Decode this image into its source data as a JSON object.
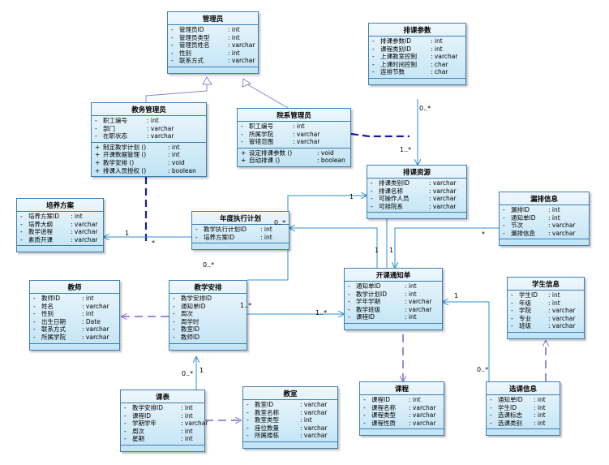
{
  "classes": {
    "admin": {
      "title": "管理员",
      "attrs": [
        {
          "m": "-",
          "n": "管理员ID",
          "t": ": int"
        },
        {
          "m": "-",
          "n": "管理员类型",
          "t": ": int"
        },
        {
          "m": "-",
          "n": "管理员姓名",
          "t": ": varchar"
        },
        {
          "m": "-",
          "n": "性别",
          "t": ": int"
        },
        {
          "m": "-",
          "n": "联系方式",
          "t": ": varchar"
        }
      ]
    },
    "scheduling_params": {
      "title": "排课参数",
      "attrs": [
        {
          "m": "-",
          "n": "排课参数ID",
          "t": ": int"
        },
        {
          "m": "-",
          "n": "课程类别ID",
          "t": ": int"
        },
        {
          "m": "-",
          "n": "上课教室控制",
          "t": ": varchar"
        },
        {
          "m": "-",
          "n": "上课时间控制",
          "t": ": char"
        },
        {
          "m": "-",
          "n": "连排节数",
          "t": ": char"
        }
      ]
    },
    "academic_admin": {
      "title": "教务管理员",
      "attrs": [
        {
          "m": "-",
          "n": "职工编号",
          "t": ": int"
        },
        {
          "m": "-",
          "n": "部门",
          "t": ": varchar"
        },
        {
          "m": "-",
          "n": "在职状态",
          "t": ": varchar"
        }
      ],
      "ops": [
        {
          "m": "+",
          "n": "制定教学计划 ()",
          "t": ": int"
        },
        {
          "m": "+",
          "n": "开课数据管理 ()",
          "t": ": int"
        },
        {
          "m": "+",
          "n": "教学安排 ()",
          "t": ": void"
        },
        {
          "m": "+",
          "n": "排课人员授权 ()",
          "t": ": boolean"
        }
      ]
    },
    "dept_admin": {
      "title": "院系管理员",
      "attrs": [
        {
          "m": "-",
          "n": "职工编号",
          "t": ": int"
        },
        {
          "m": "-",
          "n": "所属学院",
          "t": ": varchar"
        },
        {
          "m": "-",
          "n": "管辖范围",
          "t": ": varchar"
        }
      ],
      "ops": [
        {
          "m": "+",
          "n": "设定排课参数 ()",
          "t": ": void"
        },
        {
          "m": "+",
          "n": "自动排课 ()",
          "t": ": boolean"
        }
      ]
    },
    "scheduling_resources": {
      "title": "排课资源",
      "attrs": [
        {
          "m": "-",
          "n": "排课类别ID",
          "t": ": varchar"
        },
        {
          "m": "-",
          "n": "排课名称",
          "t": ": varchar"
        },
        {
          "m": "-",
          "n": "可操作人员",
          "t": ": varchar"
        },
        {
          "m": "-",
          "n": "可排院系",
          "t": ": varchar"
        }
      ]
    },
    "training_plan": {
      "title": "培养方案",
      "attrs": [
        {
          "m": "-",
          "n": "培养方案ID",
          "t": ": int"
        },
        {
          "m": "-",
          "n": "培养大纲",
          "t": ": varchar"
        },
        {
          "m": "-",
          "n": "教学进程",
          "t": ": varchar"
        },
        {
          "m": "-",
          "n": "素质开课",
          "t": ": varchar"
        }
      ]
    },
    "annual_plan": {
      "title": "年度执行计划",
      "attrs": [
        {
          "m": "-",
          "n": "教学执行计划ID",
          "t": ": int"
        },
        {
          "m": "-",
          "n": "培养方案ID",
          "t": ": int"
        }
      ]
    },
    "missed_info": {
      "title": "漏排信息",
      "attrs": [
        {
          "m": "-",
          "n": "漏排ID",
          "t": ": int"
        },
        {
          "m": "-",
          "n": "通知单ID",
          "t": ": int"
        },
        {
          "m": "-",
          "n": "节次",
          "t": ": varchar"
        },
        {
          "m": "-",
          "n": "漏排信息",
          "t": ": varchar"
        }
      ]
    },
    "teacher": {
      "title": "教师",
      "attrs": [
        {
          "m": "-",
          "n": "教师ID",
          "t": ": int"
        },
        {
          "m": "-",
          "n": "姓名",
          "t": ": varchar"
        },
        {
          "m": "-",
          "n": "性别",
          "t": ": int"
        },
        {
          "m": "-",
          "n": "出生日期",
          "t": ": Date"
        },
        {
          "m": "-",
          "n": "联系方式",
          "t": ": varchar"
        },
        {
          "m": "-",
          "n": "所属学院",
          "t": ": varchar"
        }
      ]
    },
    "teaching_arrangement": {
      "title": "教学安排",
      "attrs": [
        {
          "m": "-",
          "n": "教学安排ID",
          "t": ""
        },
        {
          "m": "-",
          "n": "通知单ID",
          "t": ""
        },
        {
          "m": "-",
          "n": "周次",
          "t": ""
        },
        {
          "m": "-",
          "n": "周学时",
          "t": ""
        },
        {
          "m": "-",
          "n": "教室ID",
          "t": ""
        },
        {
          "m": "-",
          "n": "教师ID",
          "t": ""
        }
      ]
    },
    "course_notice": {
      "title": "开课通知单",
      "attrs": [
        {
          "m": "-",
          "n": "通知单ID",
          "t": ": int"
        },
        {
          "m": "-",
          "n": "教学计划ID",
          "t": ": int"
        },
        {
          "m": "-",
          "n": "学年学期",
          "t": ": varchar"
        },
        {
          "m": "-",
          "n": "教学班级",
          "t": ": varchar"
        },
        {
          "m": "-",
          "n": "课程ID",
          "t": ": int"
        }
      ]
    },
    "student_info": {
      "title": "学生信息",
      "attrs": [
        {
          "m": "-",
          "n": "学生ID",
          "t": ": int"
        },
        {
          "m": "-",
          "n": "年级",
          "t": ": int"
        },
        {
          "m": "-",
          "n": "学院",
          "t": ": varchar"
        },
        {
          "m": "-",
          "n": "专业",
          "t": ": varchar"
        },
        {
          "m": "-",
          "n": "班级",
          "t": ": varchar"
        }
      ]
    },
    "timetable": {
      "title": "课表",
      "attrs": [
        {
          "m": "-",
          "n": "教学安排ID",
          "t": ": int"
        },
        {
          "m": "-",
          "n": "课程ID",
          "t": ": int"
        },
        {
          "m": "-",
          "n": "学期学年",
          "t": ": varchar"
        },
        {
          "m": "-",
          "n": "周次",
          "t": ": int"
        },
        {
          "m": "-",
          "n": "星期",
          "t": ": int"
        }
      ]
    },
    "classroom": {
      "title": "教室",
      "attrs": [
        {
          "m": "-",
          "n": "教室ID",
          "t": ": varchar"
        },
        {
          "m": "-",
          "n": "教室名称",
          "t": ": varchar"
        },
        {
          "m": "-",
          "n": "教室类型",
          "t": ": int"
        },
        {
          "m": "-",
          "n": "座位数量",
          "t": ": varchar"
        },
        {
          "m": "-",
          "n": "所属楼栋",
          "t": ": varchar"
        }
      ]
    },
    "course": {
      "title": "课程",
      "attrs": [
        {
          "m": "-",
          "n": "课程ID",
          "t": ": int"
        },
        {
          "m": "-",
          "n": "课程名称",
          "t": ": varchar"
        },
        {
          "m": "-",
          "n": "课程类型",
          "t": ": varchar"
        },
        {
          "m": "-",
          "n": "课程性质",
          "t": ": varchar"
        }
      ]
    },
    "course_selection": {
      "title": "选课信息",
      "attrs": [
        {
          "m": "-",
          "n": "通知单ID",
          "t": ": int"
        },
        {
          "m": "-",
          "n": "学生ID",
          "t": ": int"
        },
        {
          "m": "-",
          "n": "选课标志",
          "t": ": int"
        },
        {
          "m": "-",
          "n": "选课类别",
          "t": ": int"
        }
      ]
    }
  },
  "multiplicities": {
    "params_top": "0..*",
    "params_bottom": "1..*",
    "plan_one": "1",
    "plan_many": "*",
    "resources_one": "1",
    "annual_many": "0..*",
    "resources_notice_one_a": "1",
    "resources_notice_one_b": "1",
    "missed_many": "*",
    "annual_arr_many": "0..*",
    "arr_many": "1..*",
    "notice_many": "1..*",
    "timetable_many": "0..*",
    "timetable_one": "1",
    "notice_sel_one": "1",
    "sel_many": "0..*"
  },
  "colors": {
    "class_border": "#3d7fb3",
    "association_line": "#2f8fd0",
    "generalization_line": "#8888cc",
    "dependency_navy": "#1a1aa8",
    "dependency_purple": "#8a7cd6"
  }
}
